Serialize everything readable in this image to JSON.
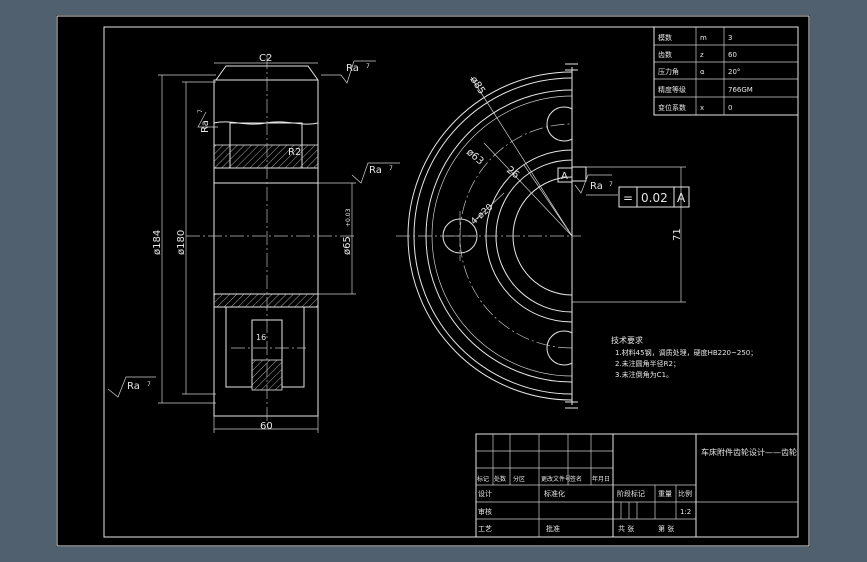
{
  "surface_mark": "Ra",
  "surface_mark_value": "7",
  "dims": {
    "chamfer": "C2",
    "dia_outer": "ø184",
    "dia_180": "ø180",
    "dia_bore": "ø65",
    "bore_tol": "+0.03",
    "radius": "R2",
    "width": "60",
    "hole_center": "26",
    "dia_pcd": "ø85",
    "dia_63": "ø63",
    "dia_hole": "4-ø20",
    "keyway_depth": "71",
    "key_width": "16"
  },
  "tolerance_frame": {
    "symbol": "=",
    "value": "0.02",
    "datum": "A"
  },
  "params_table": [
    [
      "模数",
      "m",
      "3"
    ],
    [
      "齿数",
      "z",
      "60"
    ],
    [
      "压力角",
      "α",
      "20°"
    ],
    [
      "精度等级",
      "",
      "766GM"
    ],
    [
      "变位系数",
      "x",
      "0"
    ]
  ],
  "tech_req": {
    "title": "技术要求",
    "items": [
      "1.材料45钢，调质处理，硬度HB220~250；",
      "2.未注圆角半径R2；",
      "3.未注倒角为C1。"
    ]
  },
  "title_block": {
    "title": "车床附件齿轮设计——齿轮",
    "design": "设计",
    "check": "审核",
    "process": "工艺",
    "approve": "批准",
    "standard": "标准化",
    "stage_mark": "阶段标记",
    "weight": "重量",
    "scale_label": "比例",
    "scale": "1:2",
    "sheet_total": "共 张",
    "sheet_no": "第 张",
    "mark_row": [
      "标记",
      "处数",
      "分区",
      "更改文件号",
      "签名",
      "年月日"
    ]
  }
}
